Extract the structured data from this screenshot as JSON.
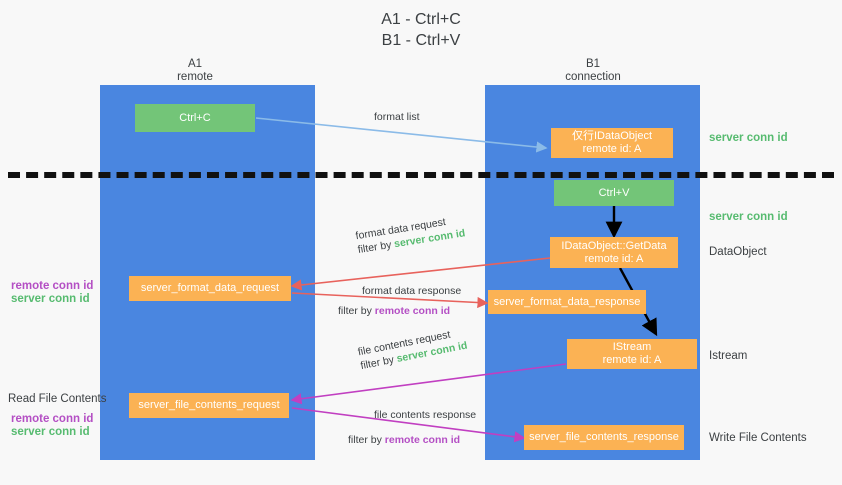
{
  "title": "A1 - Ctrl+C\nB1 - Ctrl+V",
  "title_line1": "A1 - Ctrl+C",
  "title_line2": "B1 - Ctrl+V",
  "colors": {
    "lane": "#4a86e0",
    "green_box": "#73c578",
    "orange_box": "#fbb254",
    "server_conn_text": "#57bb70",
    "remote_conn_text": "#b44fc4",
    "arrow_blue": "#8bbbe8",
    "arrow_red": "#e8625c",
    "arrow_magenta": "#c13fc1",
    "arrow_black": "#000000",
    "divider": "#111111",
    "background": "#f8f8f8"
  },
  "lanes": [
    {
      "name": "A1",
      "sub": "remote"
    },
    {
      "name": "B1",
      "sub": "connection"
    }
  ],
  "boxes": [
    {
      "id": "ctrl-c",
      "line1": "Ctrl+C",
      "line2": "",
      "color": "green"
    },
    {
      "id": "idataobject",
      "line1": "仅行IDataObject",
      "line2": "remote id: A",
      "color": "orange"
    },
    {
      "id": "ctrl-v",
      "line1": "Ctrl+V",
      "line2": "",
      "color": "green"
    },
    {
      "id": "idataobject-getdata",
      "line1": "IDataObject::GetData",
      "line2": "remote id: A",
      "color": "orange"
    },
    {
      "id": "server-format-data-request",
      "line1": "server_format_data_request",
      "line2": "",
      "color": "orange"
    },
    {
      "id": "server-format-data-response",
      "line1": "server_format_data_response",
      "line2": "",
      "color": "orange"
    },
    {
      "id": "istream",
      "line1": "IStream",
      "line2": "remote id: A",
      "color": "orange"
    },
    {
      "id": "server-file-contents-request",
      "line1": "server_file_contents_request",
      "line2": "",
      "color": "orange"
    },
    {
      "id": "server-file-contents-response",
      "line1": "server_file_contents_response",
      "line2": "",
      "color": "orange"
    }
  ],
  "right_labels": [
    {
      "id": "server-conn-id-1",
      "text": "server conn id",
      "style": "green"
    },
    {
      "id": "server-conn-id-2",
      "text": "server conn id",
      "style": "green"
    },
    {
      "id": "dataobject",
      "text": "DataObject",
      "style": "plain"
    },
    {
      "id": "istream-label",
      "text": "Istream",
      "style": "plain"
    },
    {
      "id": "write-file",
      "text": "Write File Contents",
      "style": "plain"
    }
  ],
  "left_labels": {
    "group1_remote": "remote conn id",
    "group1_server": "server conn id",
    "read_file": "Read File Contents",
    "group2_remote": "remote conn id",
    "group2_server": "server conn id"
  },
  "flows": [
    {
      "id": "format-list",
      "label": "format list",
      "filter_prefix": "",
      "filter_value": "",
      "arrow_color": "#8bbbe8"
    },
    {
      "id": "format-data-request",
      "label": "format data request",
      "filter_prefix": "filter by ",
      "filter_value": "server conn id",
      "filter_style": "green",
      "arrow_color": "#e8625c"
    },
    {
      "id": "format-data-response",
      "label": "format data response",
      "filter_prefix": "filter by ",
      "filter_value": "remote conn id",
      "filter_style": "purple",
      "arrow_color": "#e8625c"
    },
    {
      "id": "file-contents-request",
      "label": "file contents request",
      "filter_prefix": "filter by ",
      "filter_value": "server conn id",
      "filter_style": "green",
      "arrow_color": "#c13fc1"
    },
    {
      "id": "file-contents-response",
      "label": "file contents response",
      "filter_prefix": "filter by ",
      "filter_value": "remote conn id",
      "filter_style": "purple",
      "arrow_color": "#c13fc1"
    }
  ]
}
